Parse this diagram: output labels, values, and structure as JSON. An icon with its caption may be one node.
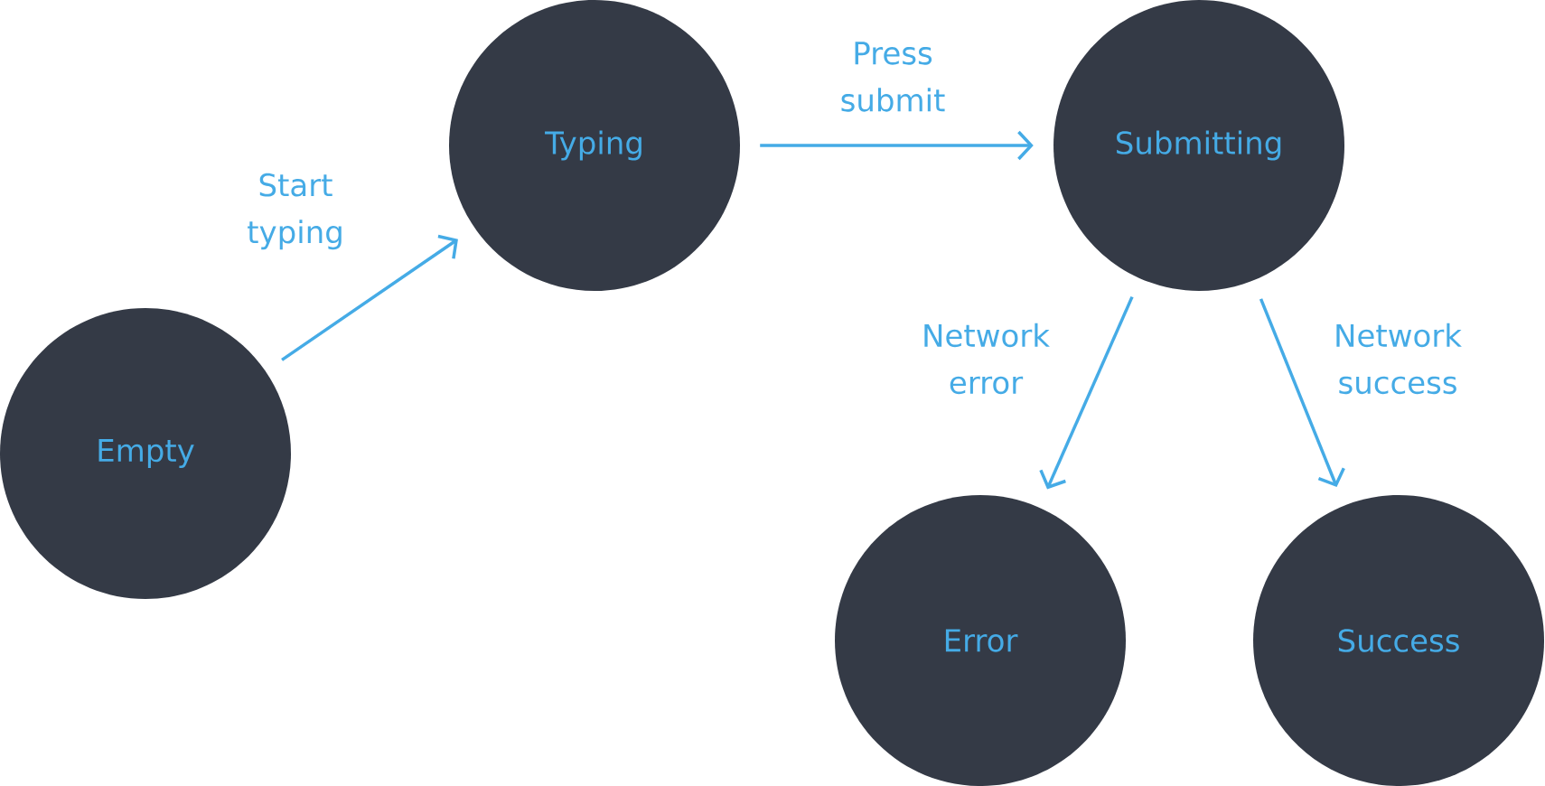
{
  "diagram": {
    "nodes": [
      {
        "text": [
          "Empty"
        ]
      },
      {
        "text": [
          "Typing"
        ]
      },
      {
        "text": [
          "Submitting"
        ]
      },
      {
        "text": [
          "Error"
        ]
      },
      {
        "text": [
          "Success"
        ]
      }
    ],
    "edges": [
      {
        "from": 0,
        "to": 1,
        "arrow": "to",
        "label": "Start typing"
      },
      {
        "from": 1,
        "to": 2,
        "arrow": "to",
        "label": "Press submit"
      },
      {
        "from": 2,
        "to": 3,
        "arrow": "to",
        "label": "Network error"
      },
      {
        "from": 2,
        "to": 4,
        "arrow": "to",
        "label": "Network success"
      }
    ]
  }
}
